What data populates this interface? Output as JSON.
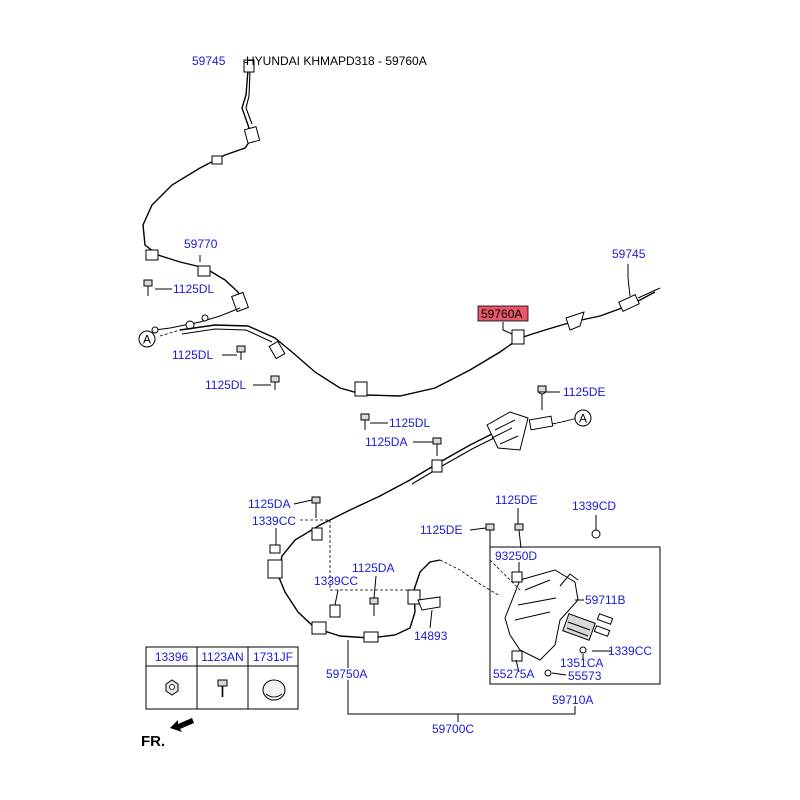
{
  "header": {
    "title": "HYUNDAI KHMAPD318 - 59760A"
  },
  "callouts": {
    "p59745_top": "59745",
    "p59770": "59770",
    "p1125DL_1": "1125DL",
    "p1125DL_2": "1125DL",
    "p1125DL_3": "1125DL",
    "p1125DL_4": "1125DL",
    "p59745_right": "59745",
    "p59760A": "59760A",
    "p1125DE_1": "1125DE",
    "p1125DA_1": "1125DA",
    "p1125DA_2": "1125DA",
    "p1339CC_1": "1339CC",
    "p1125DE_2": "1125DE",
    "p1339CD": "1339CD",
    "p1125DE_3": "1125DE",
    "p93250D": "93250D",
    "p1339CC_2": "1339CC",
    "p1125DA_3": "1125DA",
    "p59711B": "59711B",
    "p14893": "14893",
    "p1339CC_3": "1339CC",
    "p1351CA": "1351CA",
    "p55275A": "55275A",
    "p55573": "55573",
    "p59750A": "59750A",
    "p59710A": "59710A",
    "p59700C": "59700C"
  },
  "connector_marks": {
    "a1": "A",
    "a2": "A"
  },
  "legend": {
    "headers": [
      "13396",
      "1123AN",
      "1731JF"
    ]
  },
  "front_label": "FR.",
  "highlight_color": "#e8586a"
}
